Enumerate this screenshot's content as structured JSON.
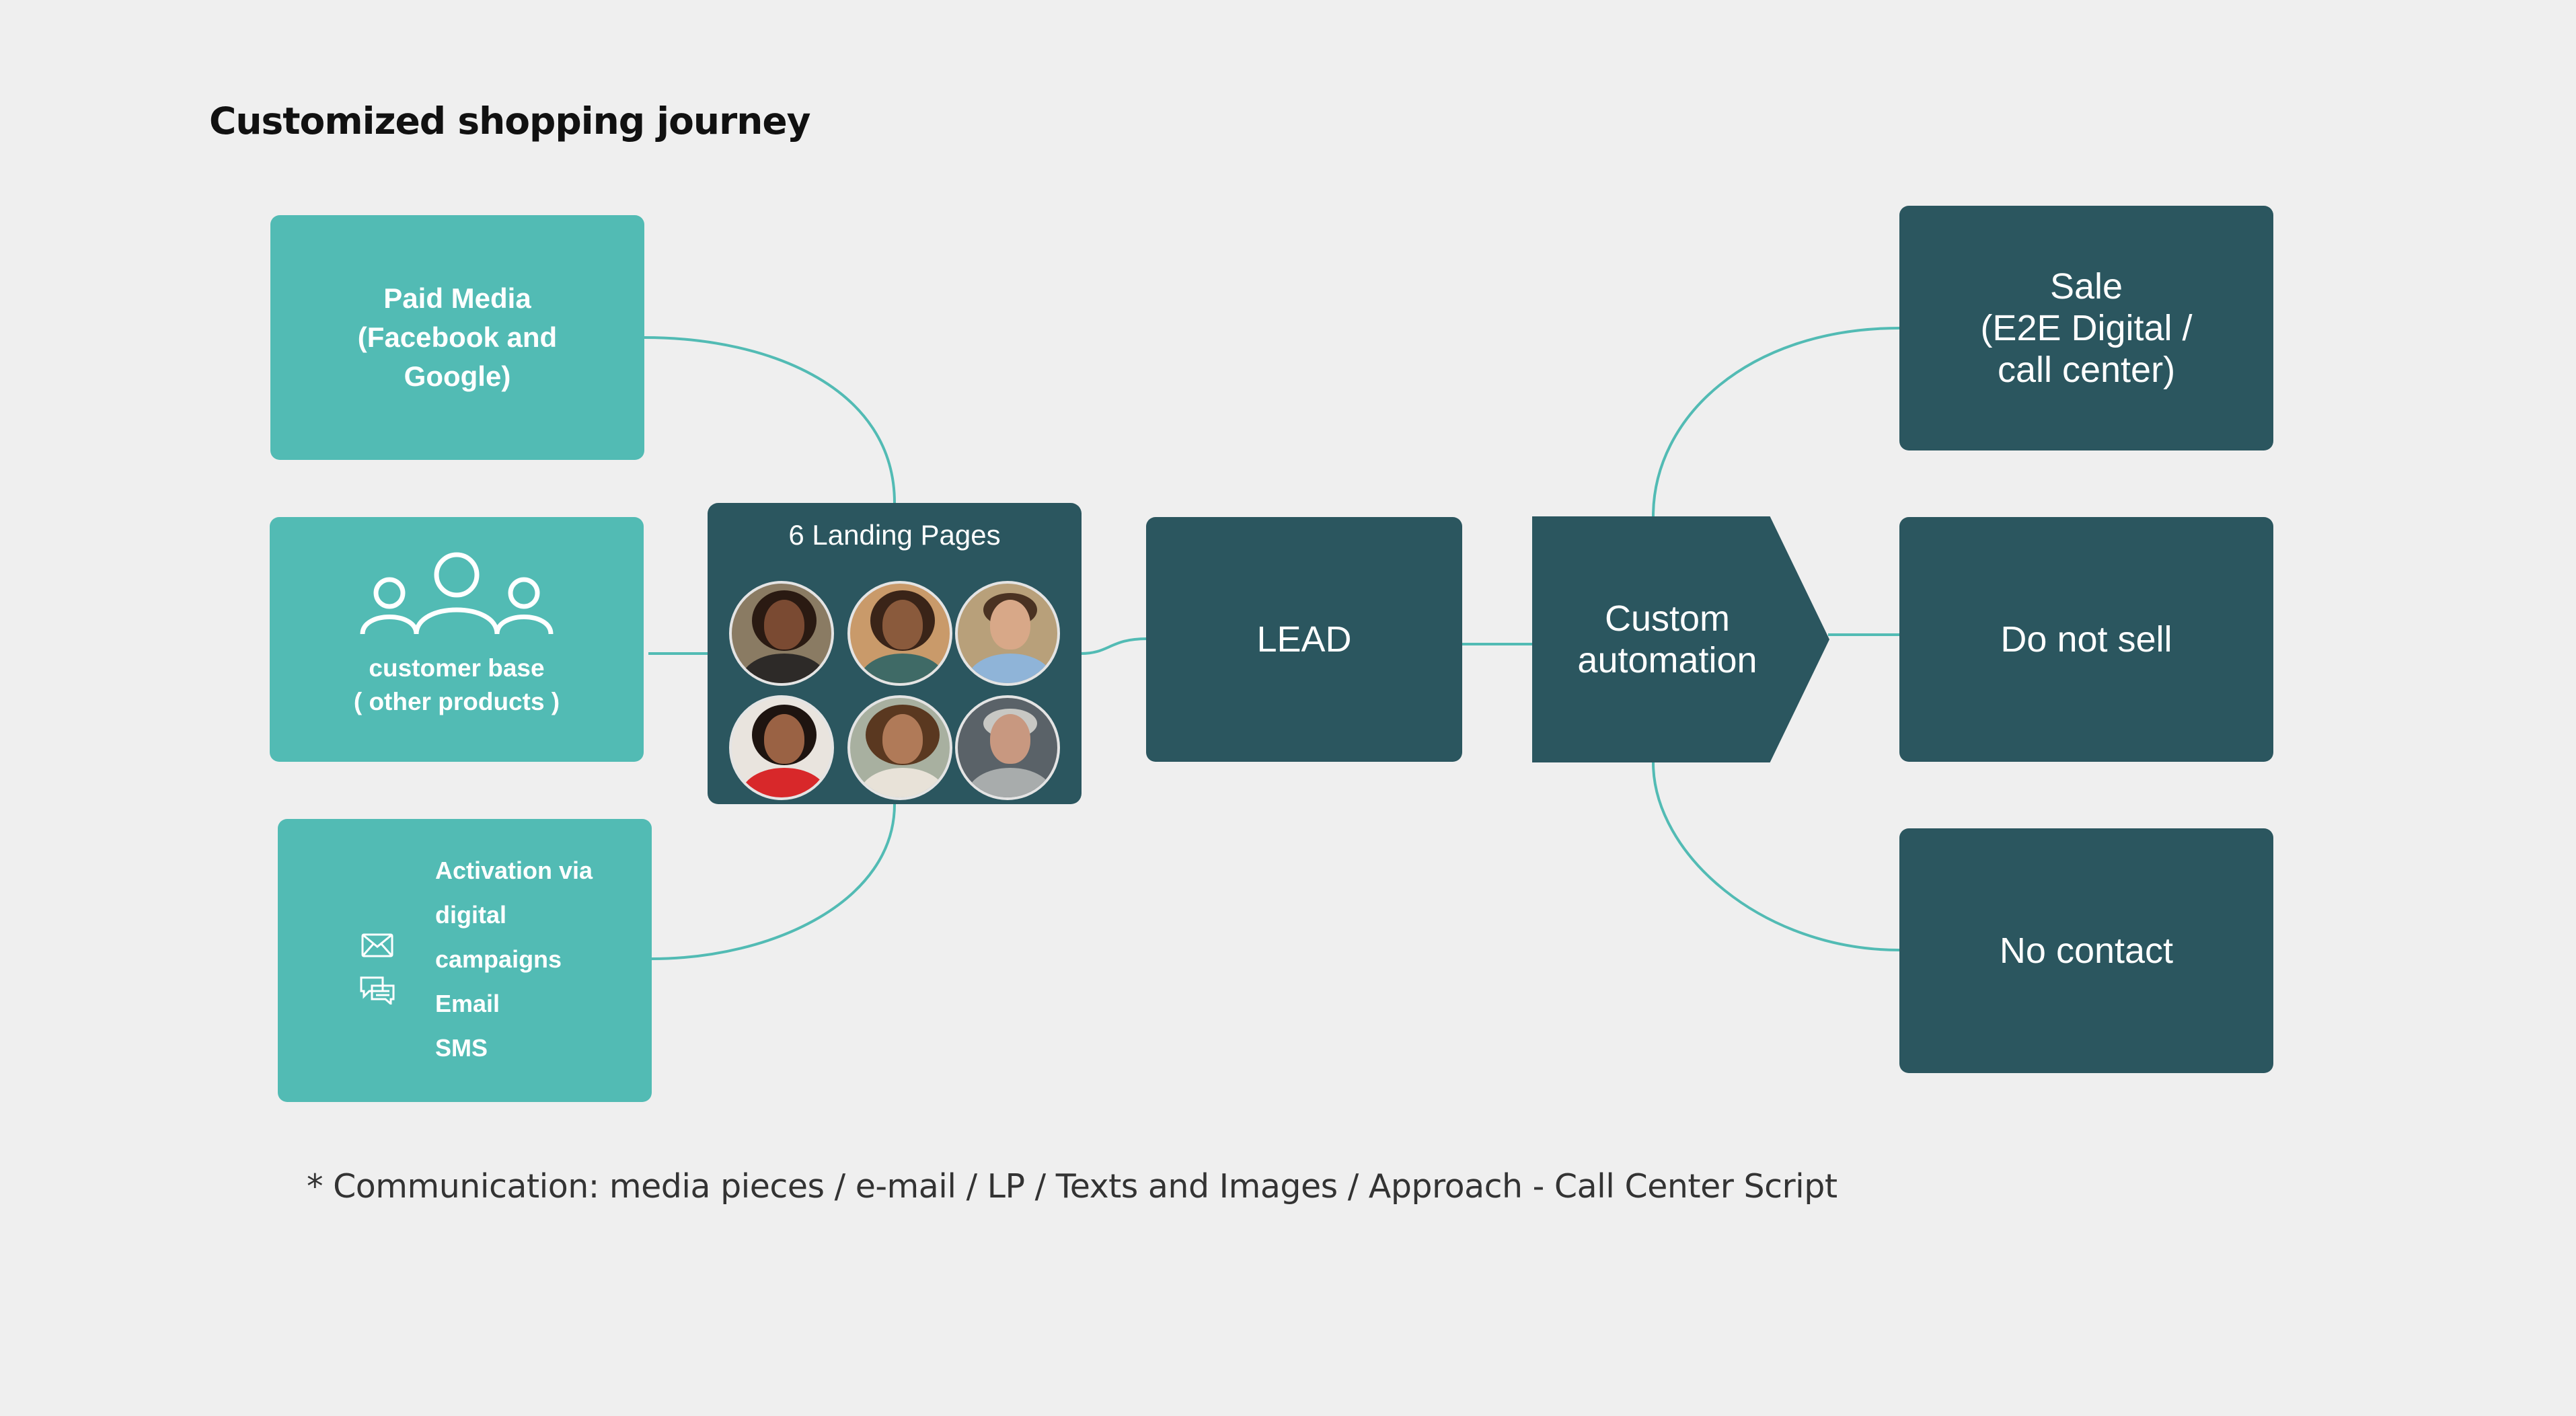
{
  "title": "Customized shopping journey",
  "sources": {
    "paid_media": "Paid Media\n(Facebook and\nGoogle)",
    "customer_base": "customer base\n( other products )",
    "activation": "Activation via\ndigital\ncampaigns\nEmail\nSMS"
  },
  "landing": {
    "title": "6 Landing Pages"
  },
  "lead": "LEAD",
  "automation": "Custom\nautomation",
  "outcomes": {
    "sale": "Sale\n(E2E Digital /\ncall center)",
    "do_not_sell": "Do not sell",
    "no_contact": "No contact"
  },
  "footnote": "* Communication: media pieces / e-mail / LP / Texts and Images / Approach - Call Center Script",
  "colors": {
    "background": "#efefef",
    "teal": "#52bbb4",
    "dark": "#2b565f",
    "connector": "#52bbb4"
  },
  "icons": [
    "people-group-icon",
    "envelope-icon",
    "chat-bubbles-icon"
  ]
}
